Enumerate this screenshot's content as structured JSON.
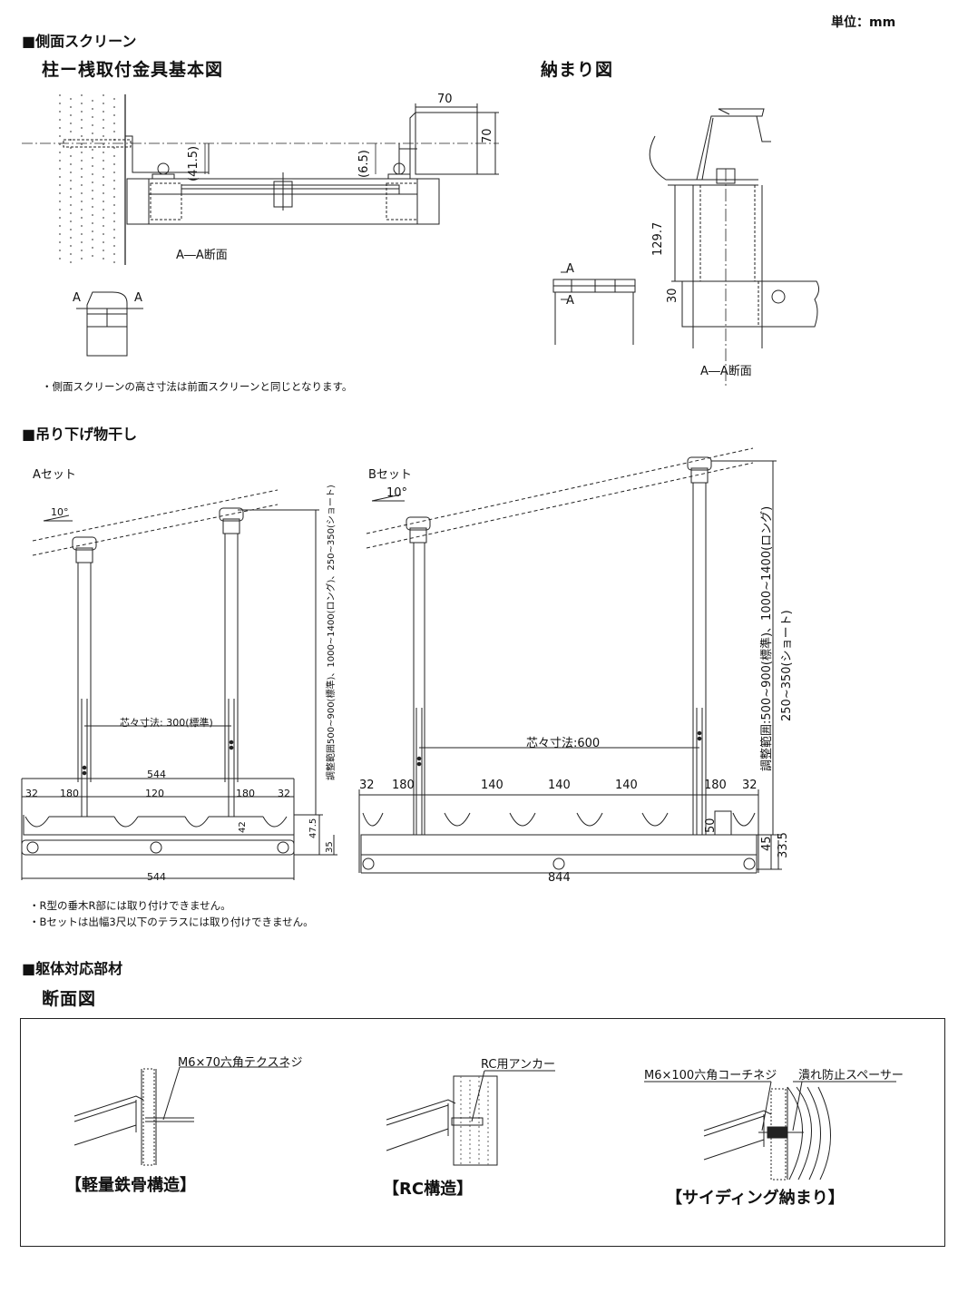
{
  "unit": "単位：mm",
  "section1": {
    "heading": "■側面スクリーン",
    "left_title": "柱ー桟取付金具基本図",
    "right_title": "納まり図",
    "dims": {
      "w70": "70",
      "h70": "70",
      "d41": "(41.5)",
      "d6": "(6.5)",
      "d129": "129.7",
      "d30": "30"
    },
    "aa_left": "A―A断面",
    "aa_right": "A―A断面",
    "arrow_a": "A",
    "note": "・側面スクリーンの高さ寸法は前面スクリーンと同じとなります。"
  },
  "section2": {
    "heading": "■吊り下げ物干し",
    "a_set": {
      "label": "Aセット",
      "angle": "10°",
      "pitch": "芯々寸法: 300(標準)",
      "range": "調整範囲500~900(標準)、1000~1400(ロング)、250~350(ショート)",
      "top_width": "544",
      "bottom_width": "544",
      "segments": [
        "32",
        "180",
        "120",
        "180",
        "32"
      ],
      "h42": "42",
      "h47": "47.5",
      "h35": "35"
    },
    "b_set": {
      "label": "Bセット",
      "angle": "10°",
      "pitch": "芯々寸法:600",
      "range1": "調整範囲:500~900(標準)、1000~1400(ロング)",
      "range2": "250~350(ショート)",
      "segments": [
        "32",
        "180",
        "140",
        "140",
        "140",
        "180",
        "32"
      ],
      "h50": "50",
      "h45": "45",
      "h33": "33.5",
      "bottom_width": "844"
    },
    "notes": [
      "・R型の垂木R部には取り付けできません。",
      "・Bセットは出幅3尺以下のテラスには取り付けできません。"
    ]
  },
  "section3": {
    "heading": "■躯体対応部材",
    "sub": "断面図",
    "items": [
      {
        "part": "M6×70六角テクスネジ",
        "caption": "【軽量鉄骨構造】"
      },
      {
        "part": "RC用アンカー",
        "caption": "【RC構造】"
      },
      {
        "part": "M6×100六角コーチネジ",
        "part2": "潰れ防止スペーサー",
        "caption": "【サイディング納まり】"
      }
    ]
  }
}
